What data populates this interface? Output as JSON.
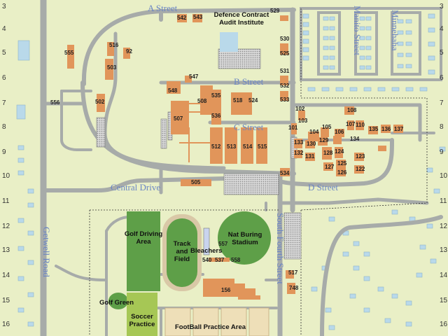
{
  "road_labels": {
    "a_street": "A Street",
    "b_street": "B Street",
    "c_street": "C Street",
    "d_street": "D Street",
    "central_drive": "Central Drive",
    "getwell_road": "Getwell Road",
    "south_fourth_street": "South Fourth Street",
    "manito_street": "Manito Street",
    "minnehaha": "Minnehaha"
  },
  "features": {
    "defence_contract": "Defence Contract\nAudit Institute",
    "golf_driving": "Golf Driving\nArea",
    "track_field": "Track\nand\nField",
    "bleachers": "Bleachers",
    "stadium": "Nat Buring\nStadium",
    "golf_green": "Golf Green",
    "soccer": "Soccer\nPractice",
    "football": "FootBall Practice Area"
  },
  "grid_numbers": [
    "3",
    "4",
    "5",
    "6",
    "7",
    "8",
    "9",
    "10",
    "11",
    "12",
    "13",
    "14",
    "15",
    "16"
  ],
  "buildings": [
    "542",
    "543",
    "529",
    "555",
    "516",
    "92",
    "503",
    "530",
    "525",
    "531",
    "547",
    "532",
    "533",
    "548",
    "535",
    "508",
    "518",
    "524",
    "556",
    "502",
    "507",
    "536",
    "102",
    "103",
    "104",
    "105",
    "101",
    "106",
    "107",
    "108",
    "110",
    "135",
    "136",
    "137",
    "512",
    "513",
    "514",
    "515",
    "133",
    "130",
    "129",
    "134",
    "132",
    "131",
    "128",
    "124",
    "123",
    "125",
    "127",
    "126",
    "122",
    "534",
    "505",
    "557",
    "540",
    "537",
    "558",
    "517",
    "156",
    "748"
  ],
  "colors": {
    "background": "#e9efc6",
    "road": "#a7aba9",
    "building": "#e1955a",
    "green": "#5e9f48",
    "light_green": "#a6c755",
    "label": "#6b86c4",
    "parking": "#c8c8c8"
  },
  "icons": {
    "boundary": "dotted-boundary-line",
    "parking": "parking-lot-pattern"
  }
}
